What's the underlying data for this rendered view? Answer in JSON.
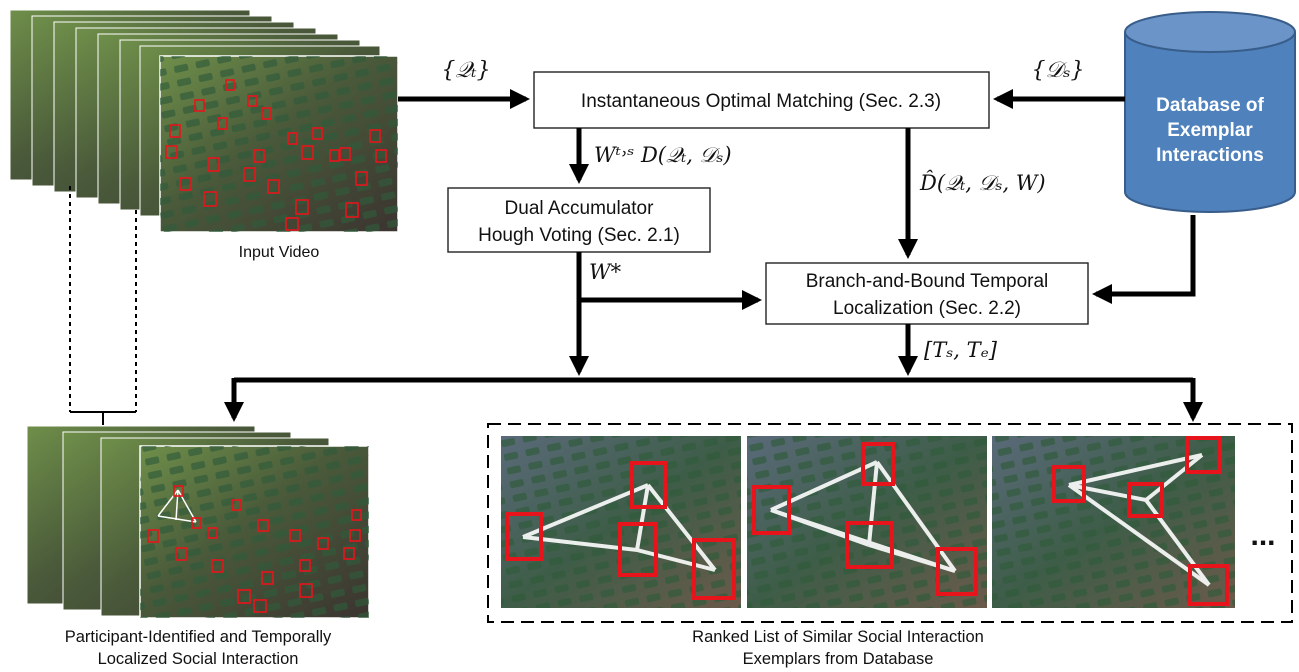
{
  "boxes": {
    "matching": "Instantaneous Optimal Matching (Sec. 2.3)",
    "hough_line1": "Dual Accumulator",
    "hough_line2": "Hough Voting (Sec. 2.1)",
    "bnb_line1": "Branch-and-Bound Temporal",
    "bnb_line2": "Localization (Sec. 2.2)"
  },
  "database": {
    "line1": "Database of",
    "line2": "Exemplar",
    "line3": "Interactions",
    "color": "#4f81bd"
  },
  "math_labels": {
    "Q_t": "{𝒬ₜ}",
    "D_s": "{𝒟ₛ}",
    "W_ts_D": "Wᵗ˒ˢ D(𝒬ₜ, 𝒟ₛ)",
    "Dhat": "D̂(𝒬ₜ, 𝒟ₛ, W)",
    "W_star": "W*",
    "Ts_Te": "[Tₛ, Tₑ]"
  },
  "captions": {
    "input_video": "Input Video",
    "output_line1": "Participant-Identified and Temporally",
    "output_line2": "Localized Social Interaction",
    "ranked_line1": "Ranked List of Similar Social Interaction",
    "ranked_line2": "Exemplars from Database",
    "ellipsis": "..."
  },
  "colors": {
    "detection_box": "#e8141c",
    "arrow": "#000000"
  }
}
